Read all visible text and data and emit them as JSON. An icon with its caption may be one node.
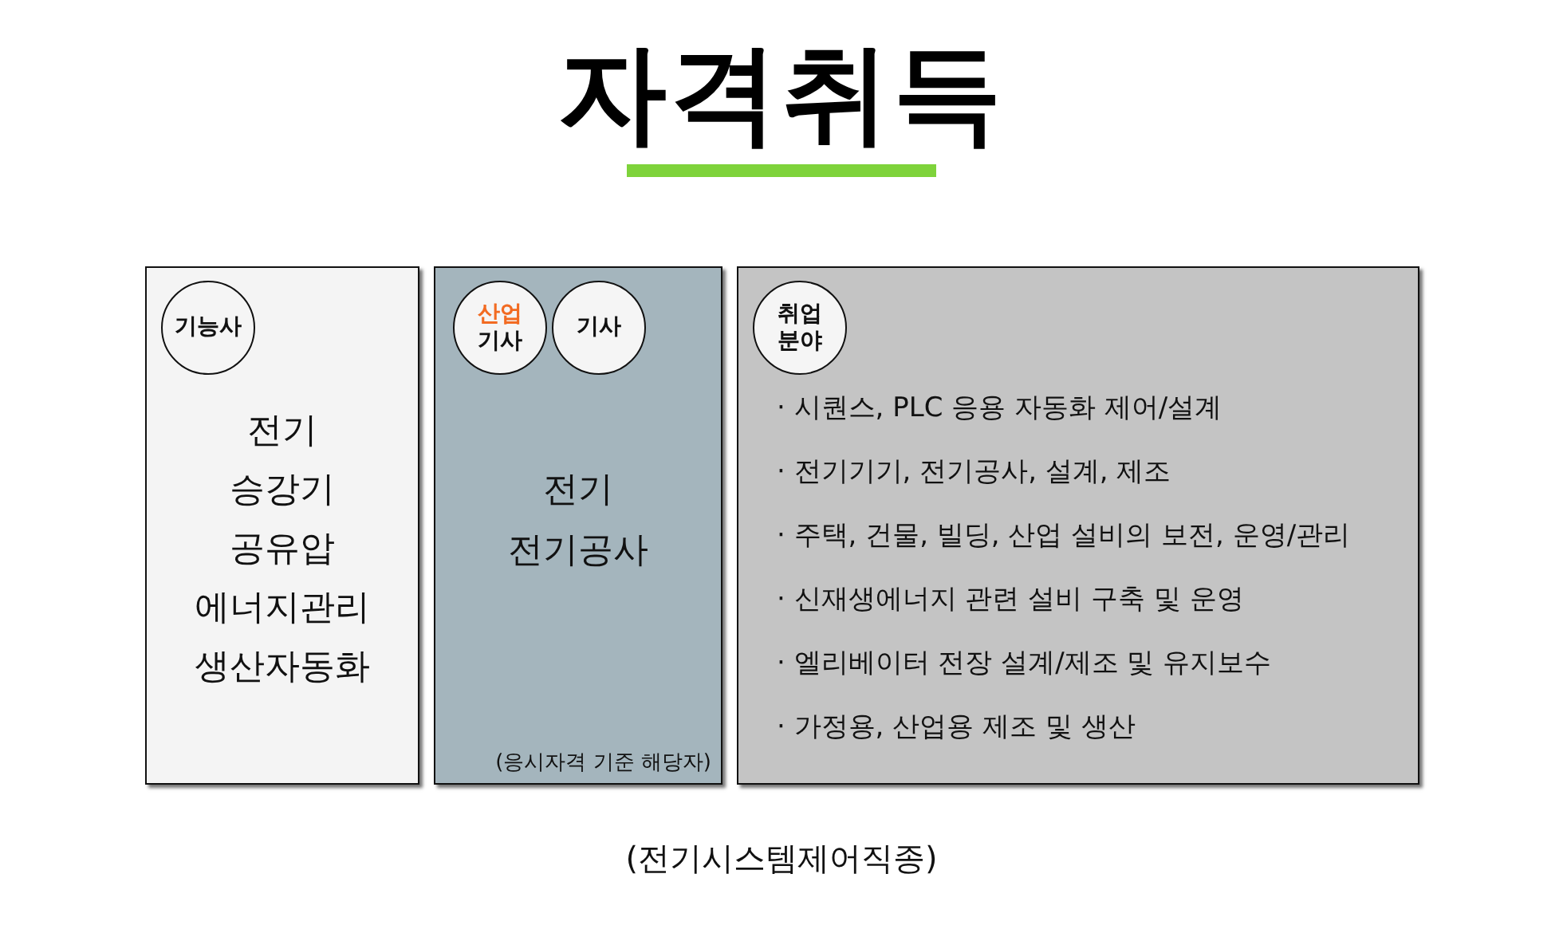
{
  "diagram": {
    "title": "자격취득",
    "caption": "(전기시스템제어직종)",
    "nodes": [
      {
        "text": [
          "전기",
          "승강기",
          "공유압",
          "에너지관리",
          "생산자동화"
        ]
      },
      {
        "text": [
          "기능사"
        ],
        "in": 0
      },
      {
        "text": [
          "전기",
          "전기공사",
          "(응시자격 기준 해당자)"
        ]
      },
      {
        "text": [
          "산업",
          "기사"
        ],
        "in": 2
      },
      {
        "text": [
          "기사"
        ],
        "in": 2
      },
      {
        "text": [
          "· 시퀀스, PLC 응용 자동화 제어/설계",
          "· 전기기기, 전기공사, 설계, 제조",
          "· 주택, 건물, 빌딩, 산업 설비의 보전, 운영/관리",
          "· 신재생에너지 관련 설비 구축 및 운영",
          "· 엘리베이터 전장 설계/제조 및 유지보수",
          "· 가정용, 산업용 제조 및 생산"
        ]
      },
      {
        "text": [
          "취업 분야"
        ],
        "in": 5
      }
    ]
  }
}
